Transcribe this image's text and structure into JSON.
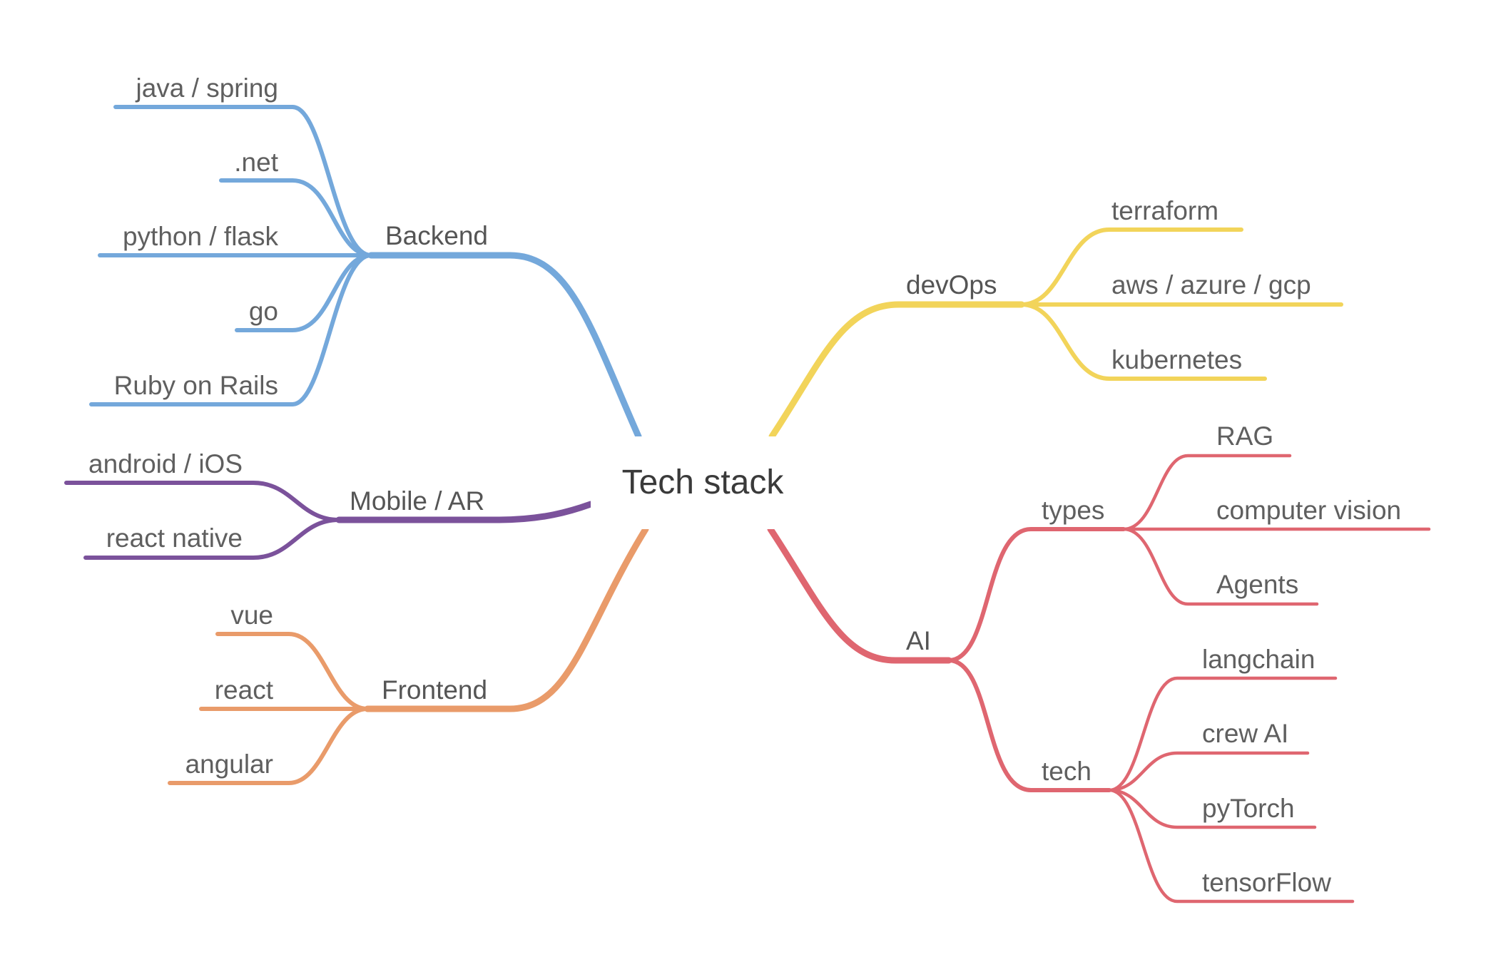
{
  "center": {
    "label": "Tech stack"
  },
  "colors": {
    "backend": "#74a8db",
    "mobile": "#7b529b",
    "frontend": "#e99b6a",
    "devops": "#f2d45a",
    "ai": "#df6670"
  },
  "branches": {
    "backend": {
      "label": "Backend",
      "children": [
        "java / spring",
        ".net",
        "python / flask",
        "go",
        "Ruby on Rails"
      ]
    },
    "mobile": {
      "label": "Mobile / AR",
      "children": [
        "android / iOS",
        "react native"
      ]
    },
    "frontend": {
      "label": "Frontend",
      "children": [
        "vue",
        "react",
        "angular"
      ]
    },
    "devops": {
      "label": "devOps",
      "children": [
        "terraform",
        "aws / azure / gcp",
        "kubernetes"
      ]
    },
    "ai": {
      "label": "AI",
      "types": {
        "label": "types",
        "children": [
          "RAG",
          "computer vision",
          "Agents"
        ]
      },
      "tech": {
        "label": "tech",
        "children": [
          "langchain",
          "crew AI",
          "pyTorch",
          "tensorFlow"
        ]
      }
    }
  }
}
